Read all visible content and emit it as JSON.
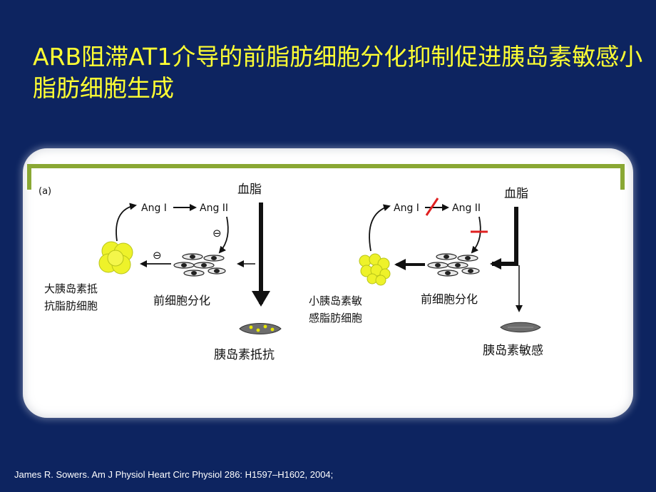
{
  "slide": {
    "title": "ARB阻滞AT1介导的前脂肪细胞分化抑制促进胰岛素敏感小脂肪细胞生成",
    "citation": "James R. Sowers. Am J Physiol Heart Circ Physiol 286: H1597–H1602, 2004;"
  },
  "diagram": {
    "panel_label": "(a)",
    "left": {
      "ang1": "Ang I",
      "ang2": "Ang II",
      "inhibit_symbol": "⊖",
      "blood_lipid": "血脂",
      "large_adipocyte_line1": "大胰岛素抵",
      "large_adipocyte_line2": "抗脂肪细胞",
      "preadipocyte_diff": "前细胞分化",
      "insulin_resistance": "胰岛素抵抗"
    },
    "right": {
      "ang1": "Ang I",
      "ang2": "Ang II",
      "blood_lipid": "血脂",
      "small_adipocyte_line1": "小胰岛素敏",
      "small_adipocyte_line2": "感脂肪细胞",
      "preadipocyte_diff": "前细胞分化",
      "insulin_sensitivity": "胰岛素敏感"
    },
    "colors": {
      "adipocyte_fill": "#eef22a",
      "adipocyte_stroke": "#b8c41a",
      "block_mark": "#e02020",
      "bracket": "#8aa834",
      "background": "#0d2460",
      "title": "#ffff33"
    }
  }
}
